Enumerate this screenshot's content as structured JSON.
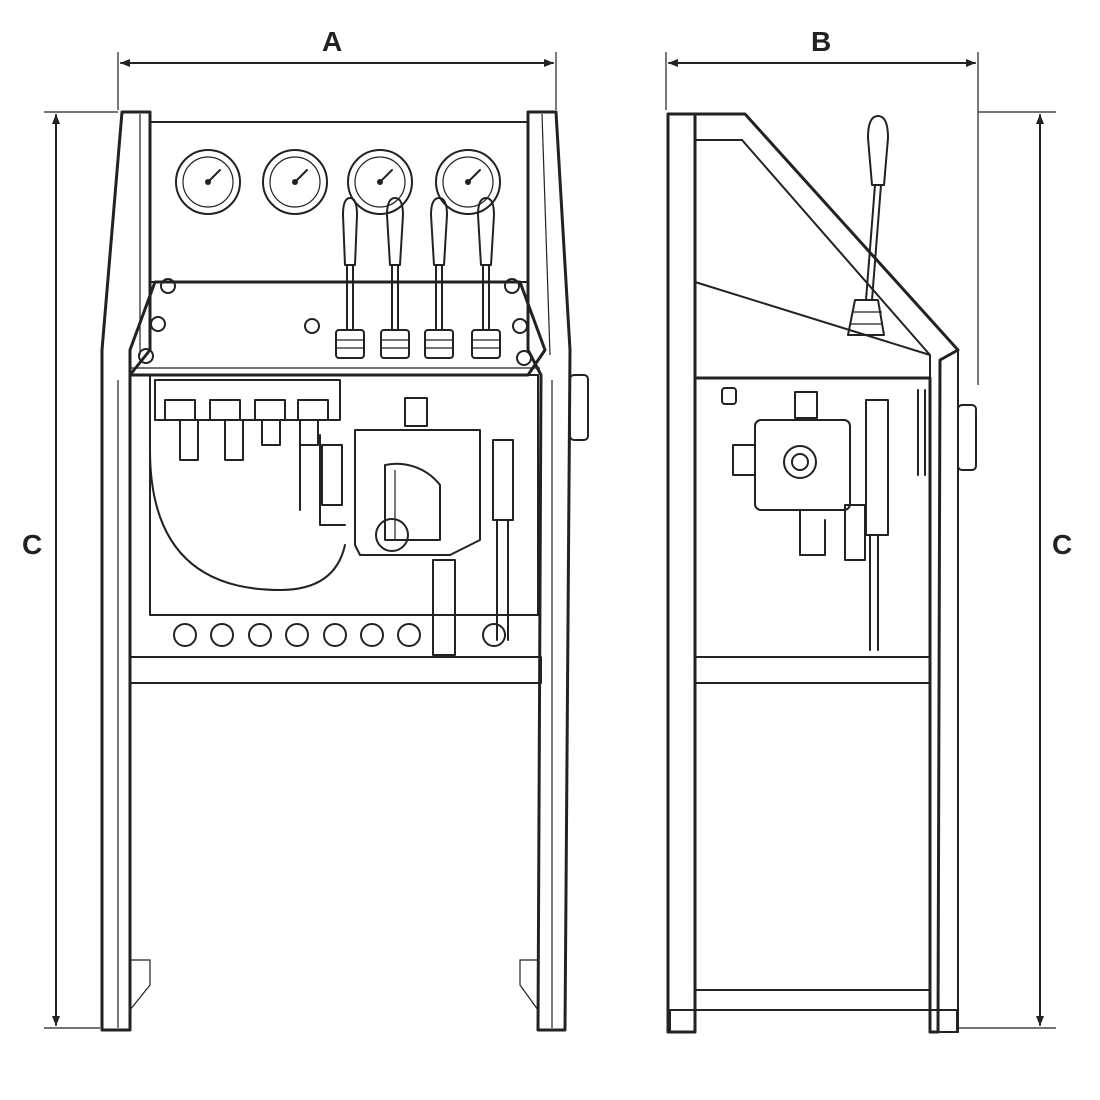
{
  "dimensions": {
    "a_label": "A",
    "b_label": "B",
    "c_left_label": "C",
    "c_right_label": "C"
  },
  "front_view": {
    "gauge_count": 4,
    "lever_count": 4,
    "bottom_fitting_count": 8
  },
  "side_view": {
    "lever_count": 1
  }
}
